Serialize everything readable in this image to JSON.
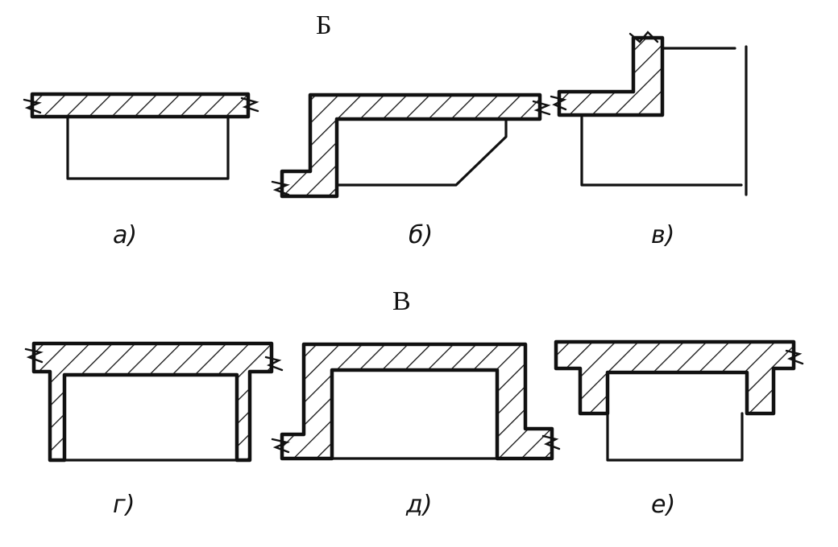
{
  "headings": {
    "top": "Б",
    "bottom": "В"
  },
  "captions": {
    "a": "а)",
    "b": "б)",
    "v": "в)",
    "g": "г)",
    "d": "д)",
    "e": "е)"
  },
  "colors": {
    "ink": "#111111",
    "paper": "#ffffff"
  }
}
